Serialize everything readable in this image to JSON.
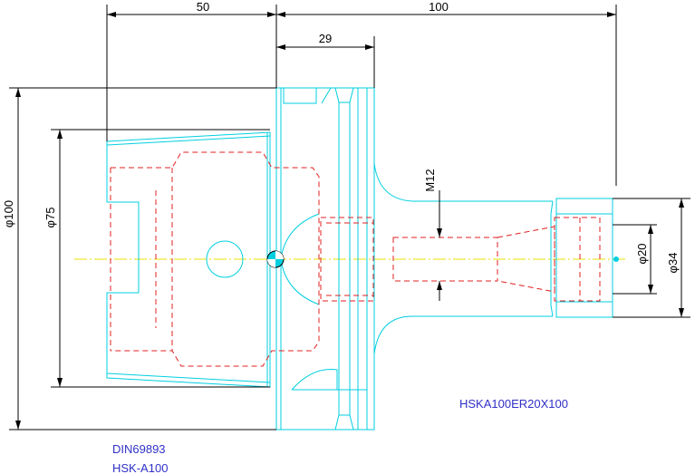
{
  "dimensions": {
    "top_left": "50",
    "top_right": "100",
    "flange": "29",
    "dia_outer": "φ100",
    "dia_flange": "φ75",
    "thread": "M12",
    "dia_nose": "φ20",
    "dia_nut": "φ34"
  },
  "labels": {
    "part_number": "HSKA100ER20X100",
    "standard": "DIN69893",
    "interface": "HSK-A100"
  },
  "colors": {
    "outline": "#00cfe0",
    "hidden_lines": "#e02020",
    "centerline": "#e8e000",
    "dimensions": "#000000",
    "text": "#3030c8"
  }
}
